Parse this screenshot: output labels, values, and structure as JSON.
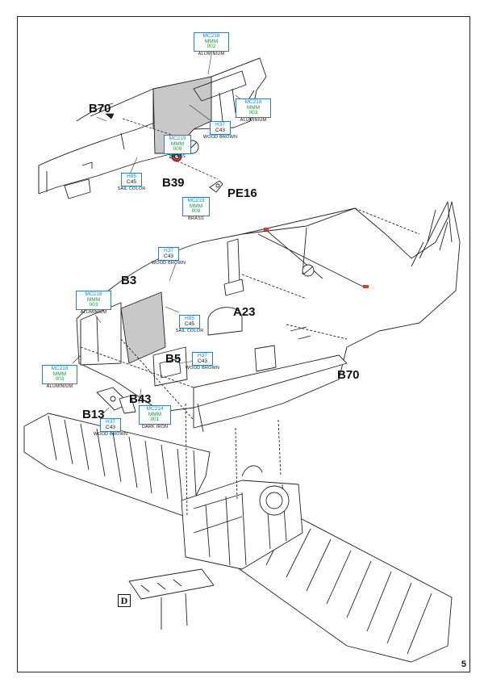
{
  "page_number": "5",
  "view_marker": "D",
  "part_labels": {
    "b70_top": "B70",
    "b39": "B39",
    "pe16": "PE16",
    "b3": "B3",
    "a23": "A23",
    "b5": "B5",
    "b70_right": "B70",
    "b43": "B43",
    "b13": "B13"
  },
  "color_callouts": {
    "top_aluminium": {
      "codes": [
        "MC218",
        "MMM",
        "002"
      ],
      "name": "ALUMINIUM"
    },
    "right_aluminium": {
      "codes": [
        "MC218",
        "MMM",
        "003"
      ],
      "name": "ALUMINIUM"
    },
    "wood_brown_top": {
      "codes": [
        "H37",
        "C43"
      ],
      "name": "WOOD BROWN"
    },
    "brass_b39": {
      "codes": [
        "MC219",
        "MMM",
        "009"
      ],
      "name": "BRASS"
    },
    "sail_top": {
      "codes": [
        "H85",
        "C45"
      ],
      "name": "SAIL COLOR"
    },
    "brass_pe16": {
      "codes": [
        "MC219",
        "MMM",
        "009"
      ],
      "name": "BRASS"
    },
    "wood_brown_b3": {
      "codes": [
        "H37",
        "C43"
      ],
      "name": "WOOD BROWN"
    },
    "aluminium_b3": {
      "codes": [
        "MC218",
        "MMM",
        "003"
      ],
      "name": "ALUMINIUM"
    },
    "sail_b3": {
      "codes": [
        "H85",
        "C45"
      ],
      "name": "SAIL COLOR"
    },
    "wood_brown_b5": {
      "codes": [
        "H37",
        "C43"
      ],
      "name": "WOOD BROWN"
    },
    "aluminium_left": {
      "codes": [
        "MC218",
        "MMM",
        "003"
      ],
      "name": "ALUMINIUM"
    },
    "dark_iron": {
      "codes": [
        "MC214",
        "MMM",
        "001"
      ],
      "name": "DARK IRON"
    },
    "wood_brown_b13": {
      "codes": [
        "H37",
        "C43"
      ],
      "name": "WOOD BROWN"
    }
  },
  "colors": {
    "hobby_code": "#1e88c8",
    "mr_metal_code": "#1a9b38",
    "part_fill_gray": "#c8c8c8",
    "highlight_red": "#d0402a"
  }
}
